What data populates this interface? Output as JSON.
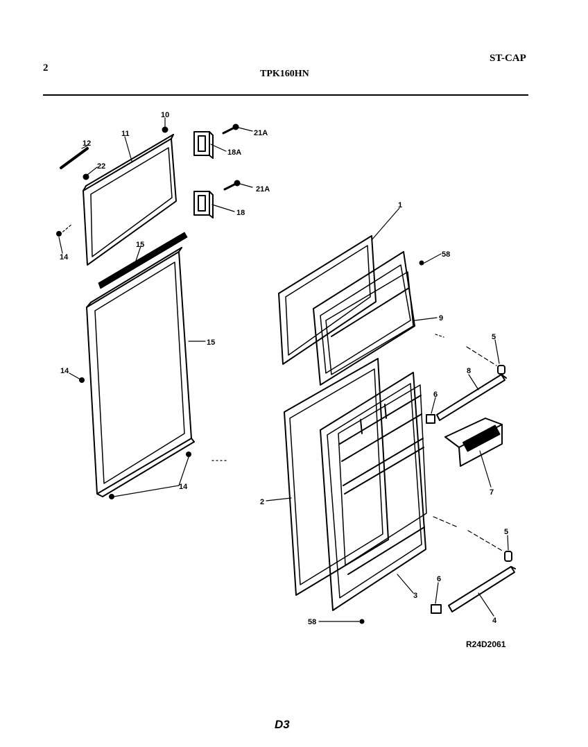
{
  "header": {
    "page_number": "2",
    "model": "TPK160HN",
    "code": "ST-CAP"
  },
  "reference": "R24D2061",
  "footer": "D3",
  "callouts": [
    "10",
    "12",
    "11",
    "22",
    "21A",
    "18A",
    "21A",
    "18",
    "14",
    "15",
    "15",
    "14",
    "14",
    "1",
    "58",
    "9",
    "5",
    "8",
    "6",
    "7",
    "2",
    "5",
    "3",
    "6",
    "4",
    "58"
  ]
}
